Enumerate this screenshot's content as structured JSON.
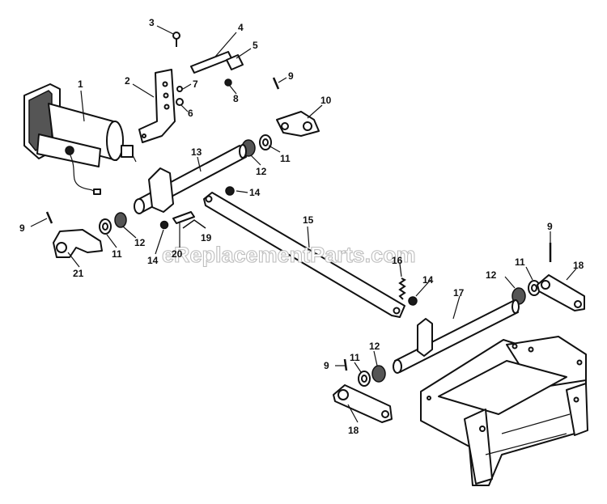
{
  "watermark": "eReplacementParts.com",
  "callouts": {
    "c1": "1",
    "c2": "2",
    "c3": "3",
    "c4": "4",
    "c5": "5",
    "c6": "6",
    "c7": "7",
    "c8": "8",
    "c9a": "9",
    "c9b": "9",
    "c9c": "9",
    "c9d": "9",
    "c10": "10",
    "c11a": "11",
    "c11b": "11",
    "c11c": "11",
    "c11d": "11",
    "c12a": "12",
    "c12b": "12",
    "c12c": "12",
    "c12d": "12",
    "c13": "13",
    "c14a": "14",
    "c14b": "14",
    "c14c": "14",
    "c15": "15",
    "c16": "16",
    "c17": "17",
    "c18a": "18",
    "c18b": "18",
    "c19": "19",
    "c20": "20",
    "c21": "21"
  }
}
